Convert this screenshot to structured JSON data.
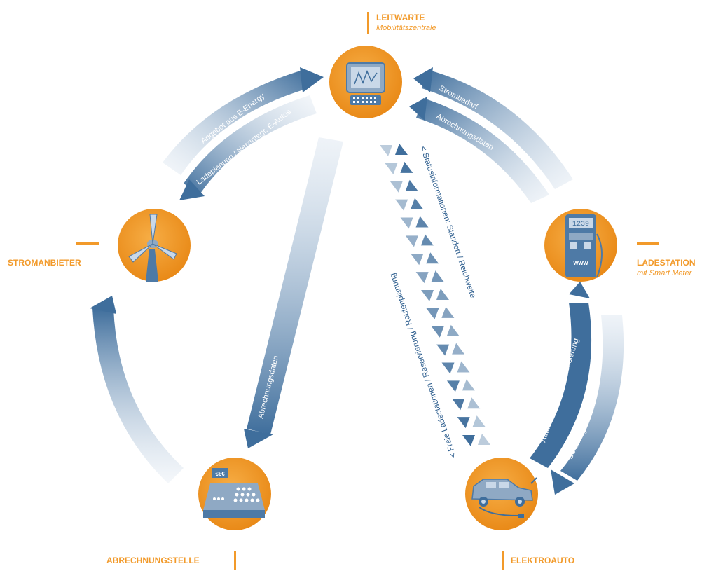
{
  "colors": {
    "orange": "#f29a2a",
    "orange_dark": "#e07f12",
    "blue": "#3f6e9c",
    "blue_light": "#c9d8e8"
  },
  "nodes": {
    "leitwarte": {
      "title": "LEITWARTE",
      "subtitle": "Mobilitätszentrale",
      "icon": "control-terminal-icon"
    },
    "stromanbieter": {
      "title": "STROMANBIETER",
      "icon": "wind-turbine-icon"
    },
    "ladestation": {
      "title": "LADESTATION",
      "subtitle": "mit Smart Meter",
      "icon": "charging-station-icon",
      "meter_display": "1239",
      "display_text": "www"
    },
    "abrechnungsstelle": {
      "title": "ABRECHNUNGSTELLE",
      "icon": "cash-register-icon",
      "display_text": "€€€"
    },
    "elektroauto": {
      "title": "ELEKTROAUTO",
      "icon": "electric-car-icon"
    }
  },
  "flows": {
    "angebot": "Angebot aus E-Energy",
    "ladeplanung": "Ladeplanung / Netzintegr. E-Autos",
    "strombedarf": "Strombedarf",
    "abrechnungsdaten_ls": "Abrechnungsdaten",
    "abrechnungsdaten_center": "Abrechnungsdaten",
    "abrechnungsdaten_left": "Abrechnungsdaten",
    "statusinfo": "< Statusinformationen: Standort / Reichweite",
    "freie_lade": "< Freie Ladestationen / Reservierung / Routenplanung",
    "authentifizierung": "Authentifizierung / Autorisierung",
    "beladung": "Beladung"
  }
}
